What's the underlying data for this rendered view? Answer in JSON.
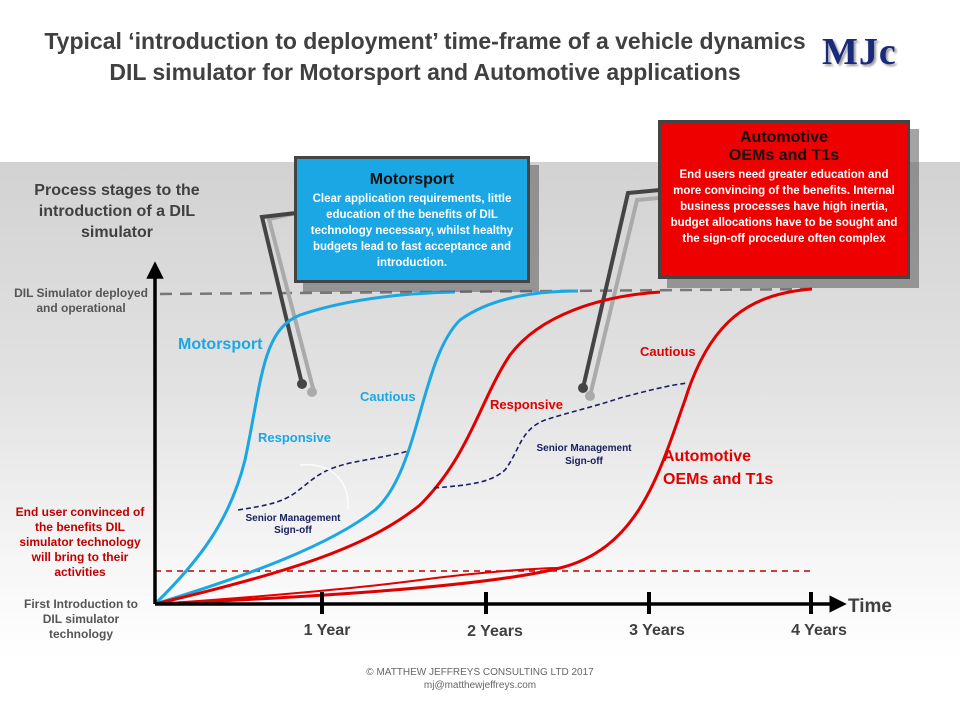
{
  "title": "Typical ‘introduction to deployment’ time-frame of a vehicle dynamics DIL simulator for Motorsport and Automotive applications",
  "logo": "MJc",
  "y_axis_title": "Process stages to the introduction of a DIL simulator",
  "stages": {
    "deployed": "DIL Simulator deployed and operational",
    "convinced": "End user convinced of the benefits DIL simulator technology will bring to their activities",
    "first_intro": "First Introduction to DIL simulator technology"
  },
  "x_axis_title": "Time",
  "x_ticks": [
    "1 Year",
    "2 Years",
    "3 Years",
    "4 Years"
  ],
  "motorsport_box": {
    "title": "Motorsport",
    "body": "Clear application requirements, little education of the benefits of DIL technology necessary, whilst healthy budgets lead to fast acceptance and introduction."
  },
  "automotive_box": {
    "title_line1": "Automotive",
    "title_line2": "OEMs and T1s",
    "body": "End users need greater education and more convincing of the benefits. Internal business processes have high inertia, budget allocations have to be sought and the sign-off procedure often complex"
  },
  "curve_labels": {
    "motorsport": "Motorsport",
    "motorsport_responsive": "Responsive",
    "motorsport_cautious": "Cautious",
    "motorsport_signoff_line1": "Senior Management",
    "motorsport_signoff_line2": "Sign-off",
    "automotive_responsive": "Responsive",
    "automotive_cautious": "Cautious",
    "automotive_signoff_line1": "Senior Management",
    "automotive_signoff_line2": "Sign-off",
    "automotive_line1": "Automotive",
    "automotive_line2": "OEMs and T1s"
  },
  "colors": {
    "motorsport": "#1aa7e4",
    "automotive": "#e00000",
    "signoff": "#1a2060",
    "title_text": "#404040",
    "logo": "#1a2a7a"
  },
  "footer": {
    "copyright": "© MATTHEW JEFFREYS CONSULTING LTD 2017",
    "email": "mj@matthewjeffreys.com"
  }
}
